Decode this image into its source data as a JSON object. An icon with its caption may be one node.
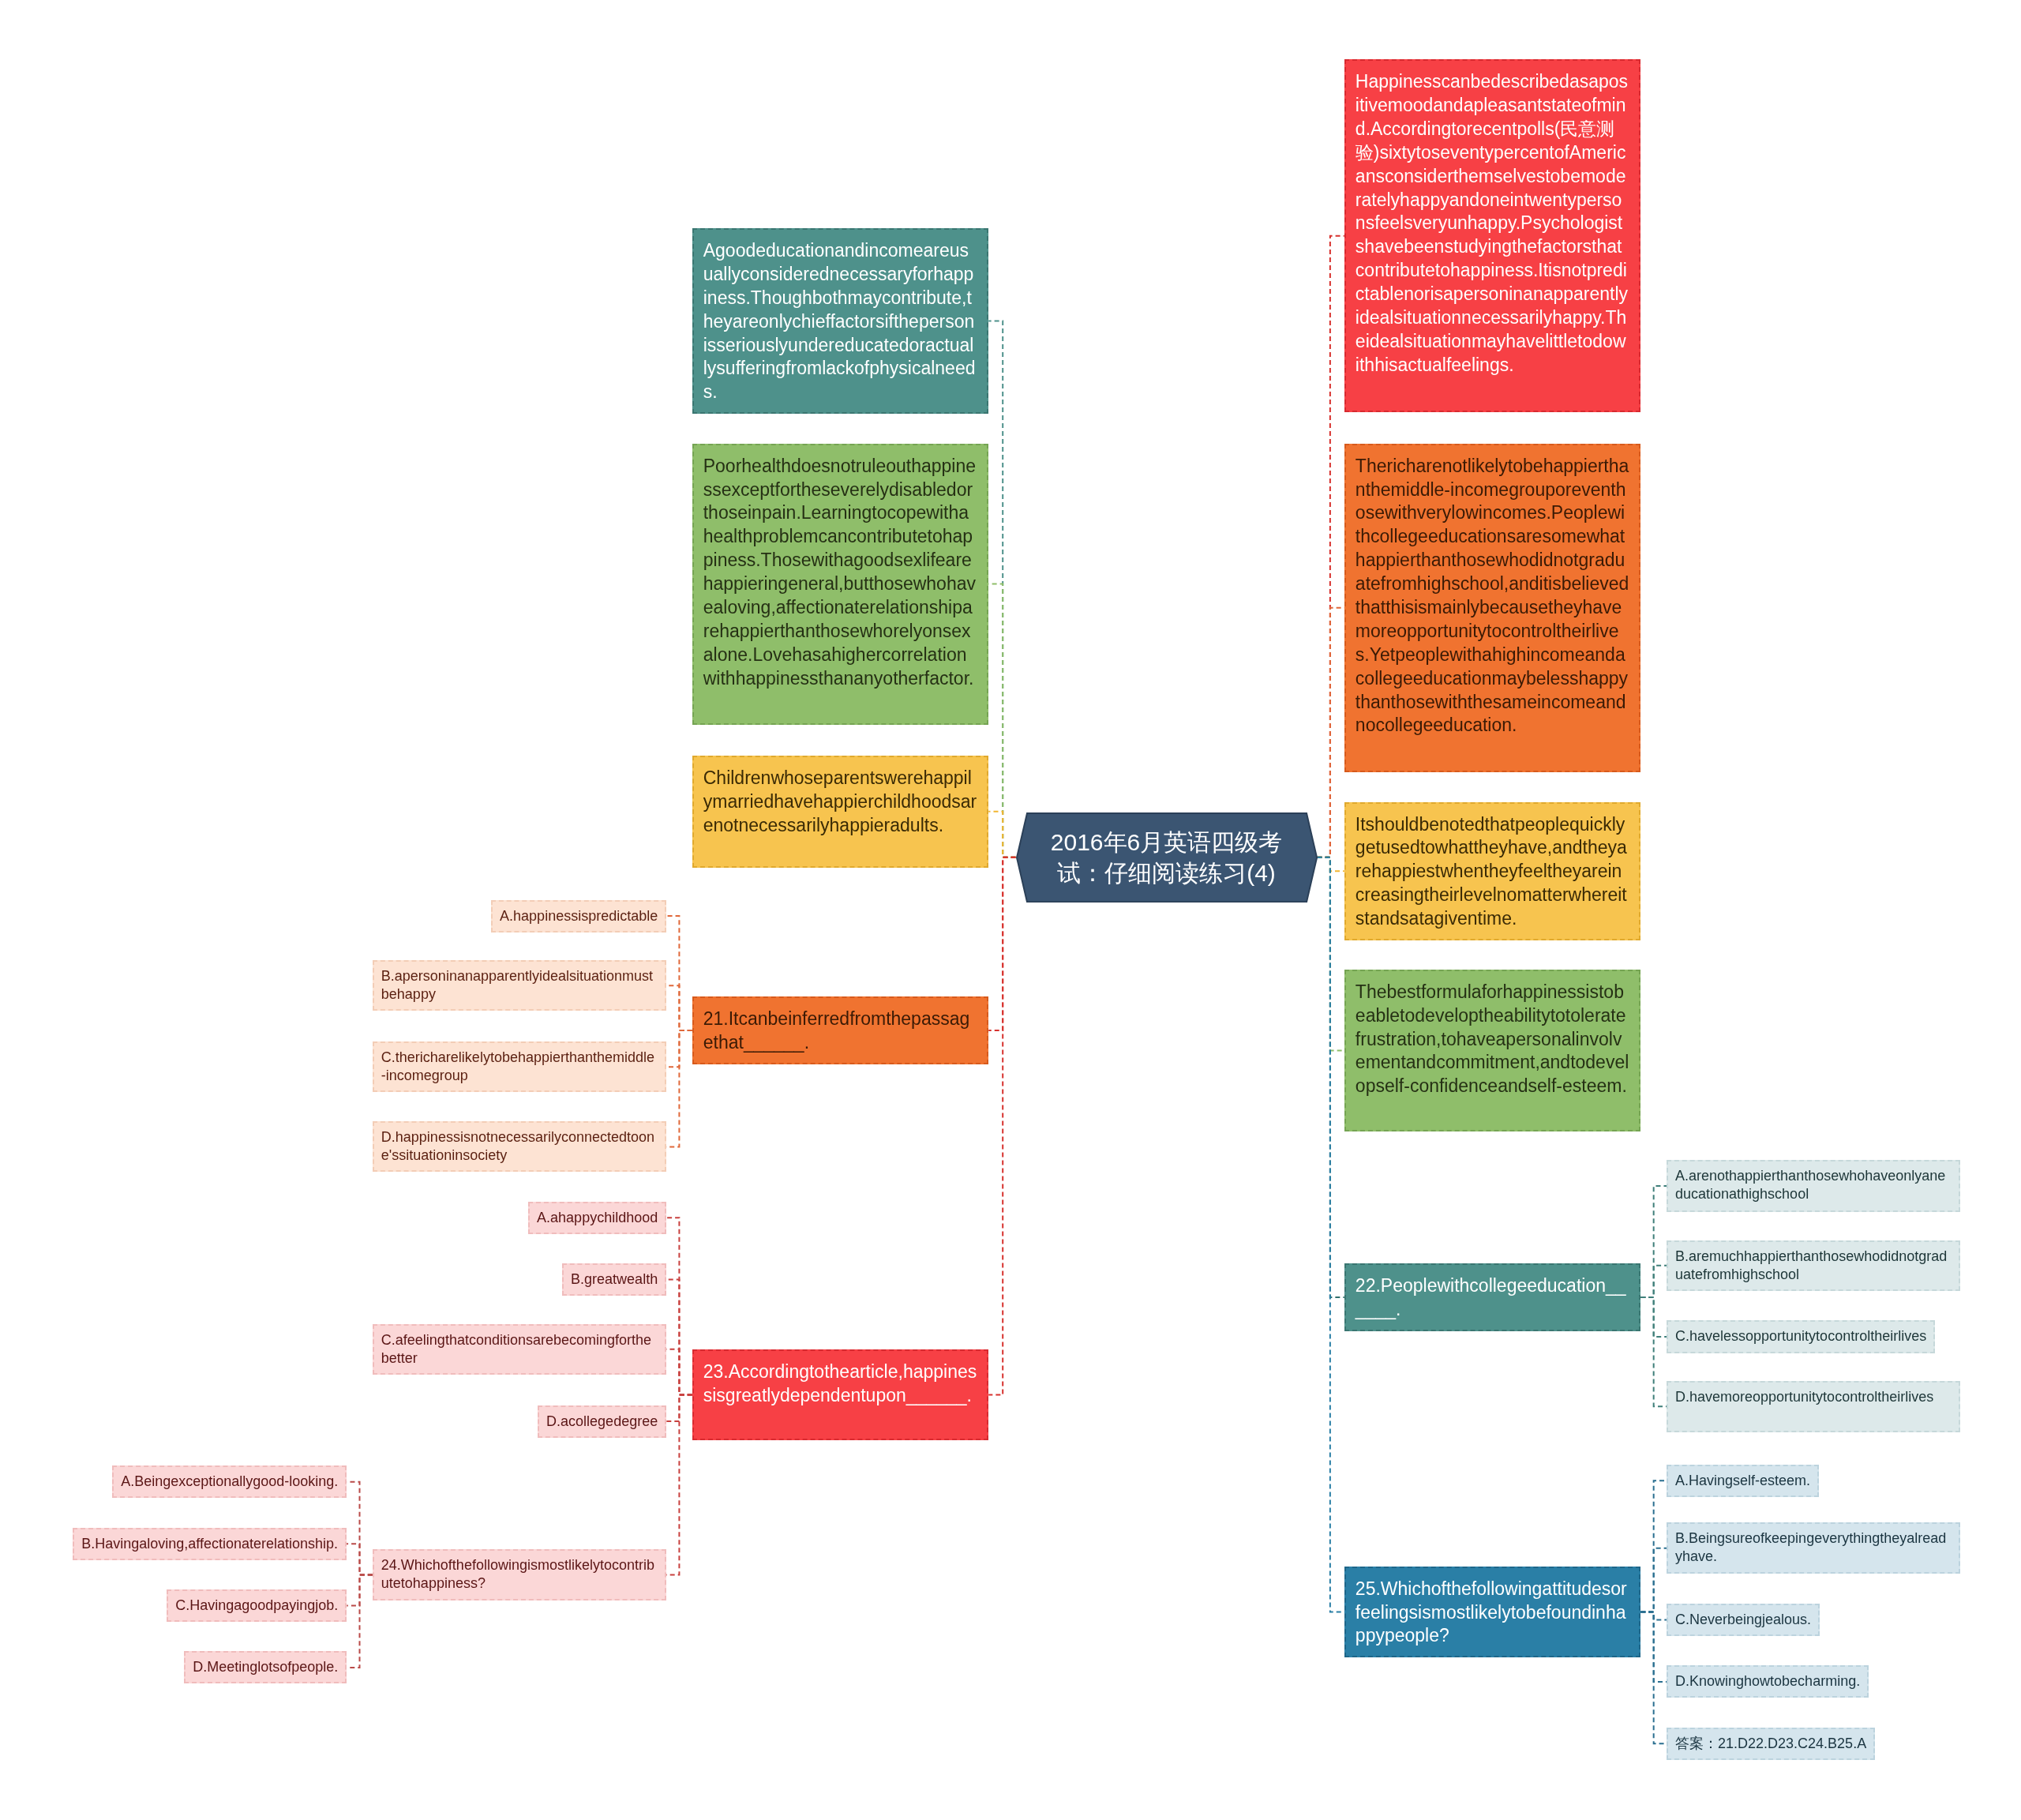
{
  "diagram": {
    "nodes": [
      {
        "text": [
          "2016年6月英语四级考试：仔细阅读练习(4)"
        ]
      },
      {
        "text": [
          "Agoodeducationandincomeareusuallyconsiderednecessaryforhappiness.Thoughbothmaycontribute,theyareonlychieffactorsifthepersonisseriouslyundereducatedoractuallysufferingfromlackofphysicalneeds."
        ]
      },
      {
        "text": [
          "Poorhealthdoesnotruleouthappinessexceptfortheseverelydisabledorthoseinpain.Learningtocopewithahealthproblemcancontributetohappiness.Thosewithagoodsexlifearehappieringeneral,butthosewhohavealoving,affectionaterelationshiparehappierthanthosewhorelyonsexalone.Lovehasahighercorrelationwithhappinessthananyotherfactor."
        ]
      },
      {
        "text": [
          "Childrenwhoseparentswerehappilymarriedhavehappierchildhoodsarenotnecessarilyhappieradults."
        ]
      },
      {
        "text": [
          "21.Itcanbeinferredfromthepassagethat______."
        ]
      },
      {
        "text": [
          "A.happinessispredictable"
        ]
      },
      {
        "text": [
          "B.apersoninanapparentlyidealsituationmustbehappy"
        ]
      },
      {
        "text": [
          "C.thericharelikelytobehappierthanthemiddle-incomegroup"
        ]
      },
      {
        "text": [
          "D.happinessisnotnecessarilyconnectedtoone'ssituationinsociety"
        ]
      },
      {
        "text": [
          "23.Accordingtothearticle,happinessisgreatlydependentupon______."
        ]
      },
      {
        "text": [
          "A.ahappychildhood"
        ]
      },
      {
        "text": [
          "B.greatwealth"
        ]
      },
      {
        "text": [
          "C.afeelingthatconditionsarebecomingforthebetter"
        ]
      },
      {
        "text": [
          "D.acollegedegree"
        ]
      },
      {
        "text": [
          "24.Whichofthefollowingismostlikelytocontributetohappiness?"
        ]
      },
      {
        "text": [
          "A.Beingexceptionallygood-looking."
        ]
      },
      {
        "text": [
          "B.Havingaloving,affectionaterelationship."
        ]
      },
      {
        "text": [
          "C.Havingagoodpayingjob."
        ]
      },
      {
        "text": [
          "D.Meetinglotsofpeople."
        ]
      },
      {
        "text": [
          "Happinesscanbedescribedasapositivemoodandapleasantstateofmind.Accordingtorecentpolls(民意测验)sixtytoseventypercentofAmericansconsiderthemselvestobemoderatelyhappyandoneintwentypersonsfeelsveryunhappy.Psychologistshavebeenstudyingthefactorsthatcontributetohappiness.Itisnotpredictablenorisapersoninanapparentlyidealsituationnecessarilyhappy.Theidealsituationmayhavelittletodowithhisactualfeelings."
        ]
      },
      {
        "text": [
          "Thericharenotlikelytobehappierthanthemiddle-incomegrouporeventhosewithverylowincomes.Peoplewithcollegeeducationsaresomewhathappierthanthosewhodidnotgraduatefromhighschool,anditisbelievedthatthisismainlybecausetheyhavemoreopportunitytocontroltheirlives.Yetpeoplewithahighincomeandacollegeeducationmaybelesshappythanthosewiththesameincomeandnocollegeeducation."
        ]
      },
      {
        "text": [
          "Itshouldbenotedthatpeoplequicklygetusedtowhattheyhave,andtheyarehappiestwhentheyfeeltheyareincreasingtheirlevelnomatterwhereitstandsatagiventime."
        ]
      },
      {
        "text": [
          "Thebestformulaforhappinessistobeabletodeveloptheabilitytotoleratefrustration,tohaveapersonalinvolvementandcommitment,andtodevelopself-confidenceandself-esteem."
        ]
      },
      {
        "text": [
          "22.Peoplewithcollegeeducation______."
        ]
      },
      {
        "text": [
          "A.arenothappierthanthosewhohaveonlyaneducationathighschool"
        ]
      },
      {
        "text": [
          "B.aremuchhappierthanthosewhodidnotgraduatefromhighschool"
        ]
      },
      {
        "text": [
          "C.havelessopportunitytocontroltheirlives"
        ]
      },
      {
        "text": [
          "D.havemoreopportunitytocontroltheirlives"
        ]
      },
      {
        "text": [
          "25.Whichofthefollowingattitudesorfeelingsismostlikelytobefoundinhappypeople?"
        ]
      },
      {
        "text": [
          "A.Havingself-esteem."
        ]
      },
      {
        "text": [
          "B.Beingsureofkeepingeverythingtheyalreadyhave."
        ]
      },
      {
        "text": [
          "C.Neverbeingjealous."
        ]
      },
      {
        "text": [
          "D.Knowinghowtobecharming."
        ]
      },
      {
        "text": [
          "答案：21.D22.D23.C24.B25.A"
        ]
      }
    ],
    "edges": [
      {
        "from": 0,
        "to": 1,
        "arrow": "none",
        "color": "#4e918b"
      },
      {
        "from": 0,
        "to": 2,
        "arrow": "none",
        "color": "#8fbe6a"
      },
      {
        "from": 0,
        "to": 3,
        "arrow": "none",
        "color": "#f2b632"
      },
      {
        "from": 0,
        "to": 4,
        "arrow": "none",
        "color": "#d7322e"
      },
      {
        "from": 0,
        "to": 9,
        "arrow": "none",
        "color": "#d7322e"
      },
      {
        "from": 4,
        "to": 5,
        "arrow": "none",
        "color": "#e0683a"
      },
      {
        "from": 4,
        "to": 6,
        "arrow": "none",
        "color": "#e0683a"
      },
      {
        "from": 4,
        "to": 7,
        "arrow": "none",
        "color": "#e0683a"
      },
      {
        "from": 4,
        "to": 8,
        "arrow": "none",
        "color": "#e0683a"
      },
      {
        "from": 9,
        "to": 10,
        "arrow": "none",
        "color": "#c8403e"
      },
      {
        "from": 9,
        "to": 11,
        "arrow": "none",
        "color": "#c8403e"
      },
      {
        "from": 9,
        "to": 12,
        "arrow": "none",
        "color": "#c8403e"
      },
      {
        "from": 9,
        "to": 13,
        "arrow": "none",
        "color": "#c8403e"
      },
      {
        "from": 9,
        "to": 14,
        "arrow": "none",
        "color": "#c8403e"
      },
      {
        "from": 14,
        "to": 15,
        "arrow": "none",
        "color": "#b94a48"
      },
      {
        "from": 14,
        "to": 16,
        "arrow": "none",
        "color": "#b94a48"
      },
      {
        "from": 14,
        "to": 17,
        "arrow": "none",
        "color": "#b94a48"
      },
      {
        "from": 14,
        "to": 18,
        "arrow": "none",
        "color": "#b94a48"
      },
      {
        "from": 0,
        "to": 19,
        "arrow": "none",
        "color": "#d7322e"
      },
      {
        "from": 0,
        "to": 20,
        "arrow": "none",
        "color": "#e0683a"
      },
      {
        "from": 0,
        "to": 21,
        "arrow": "none",
        "color": "#f2b632"
      },
      {
        "from": 0,
        "to": 22,
        "arrow": "none",
        "color": "#8fbe6a"
      },
      {
        "from": 0,
        "to": 23,
        "arrow": "none",
        "color": "#2f6f6b"
      },
      {
        "from": 0,
        "to": 28,
        "arrow": "none",
        "color": "#2a7fa6"
      },
      {
        "from": 23,
        "to": 24,
        "arrow": "none",
        "color": "#3f7f7a"
      },
      {
        "from": 23,
        "to": 25,
        "arrow": "none",
        "color": "#3f7f7a"
      },
      {
        "from": 23,
        "to": 26,
        "arrow": "none",
        "color": "#3f7f7a"
      },
      {
        "from": 23,
        "to": 27,
        "arrow": "none",
        "color": "#3f7f7a"
      },
      {
        "from": 28,
        "to": 29,
        "arrow": "none",
        "color": "#2a6f90"
      },
      {
        "from": 28,
        "to": 30,
        "arrow": "none",
        "color": "#2a6f90"
      },
      {
        "from": 28,
        "to": 31,
        "arrow": "none",
        "color": "#2a6f90"
      },
      {
        "from": 28,
        "to": 32,
        "arrow": "none",
        "color": "#2a6f90"
      },
      {
        "from": 28,
        "to": 33,
        "arrow": "none",
        "color": "#2a6f90"
      }
    ]
  }
}
